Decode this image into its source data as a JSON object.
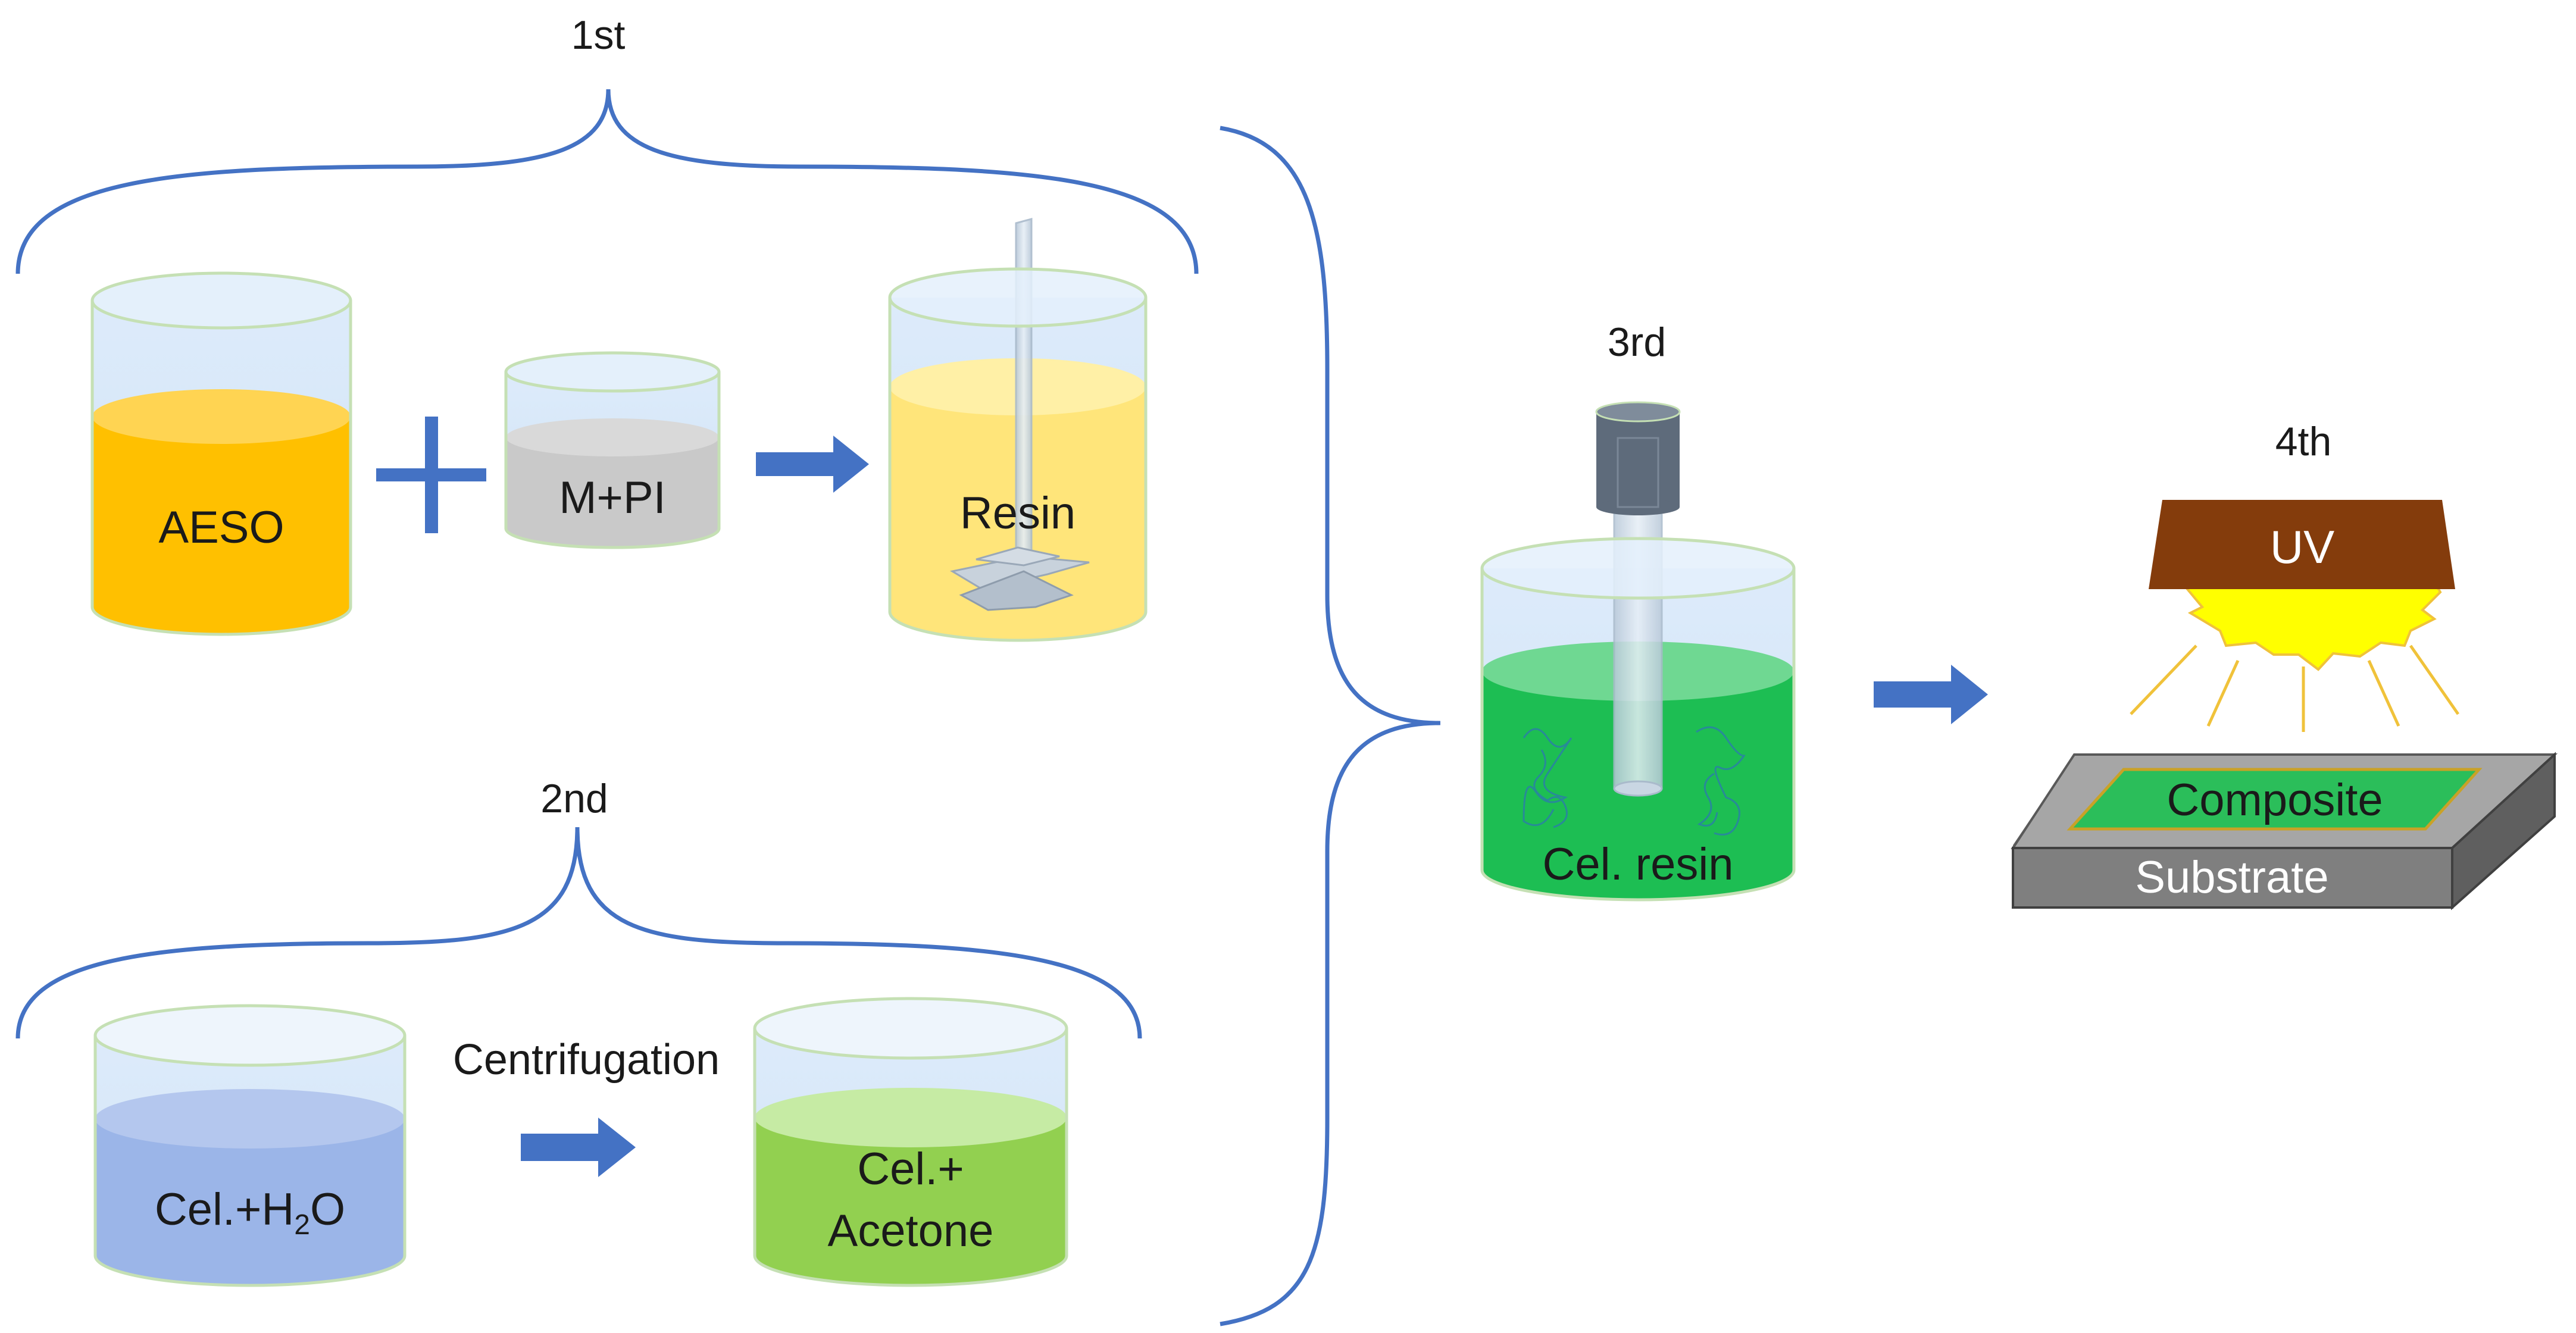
{
  "steps": {
    "first": "1st",
    "second": "2nd",
    "third": "3rd",
    "fourth": "4th"
  },
  "beakers": {
    "aeso": "AESO",
    "mpi": "M+PI",
    "resin": "Resin",
    "cel_water_main": "Cel.+H",
    "cel_water_sub": "2",
    "cel_water_end": "O",
    "cel_acetone_line1": "Cel.+",
    "cel_acetone_line2": "Acetone",
    "cel_resin": "Cel. resin"
  },
  "process": {
    "centrifugation": "Centrifugation"
  },
  "curing": {
    "uv": "UV",
    "composite": "Composite",
    "substrate": "Substrate"
  },
  "colors": {
    "aeso": "#FFC000",
    "resin": "#FFE57A",
    "mpi": "#C9C9C9",
    "cel_water": "#9BB5E8",
    "cel_acetone": "#92D050",
    "cel_resin": "#1DBE53",
    "brace": "#4472C4",
    "arrow": "#4472C4",
    "uv_lamp": "#843C0C",
    "uv_light": "#FFFF00",
    "substrate": "#7F7F7F",
    "composite": "#2BBE5A"
  }
}
